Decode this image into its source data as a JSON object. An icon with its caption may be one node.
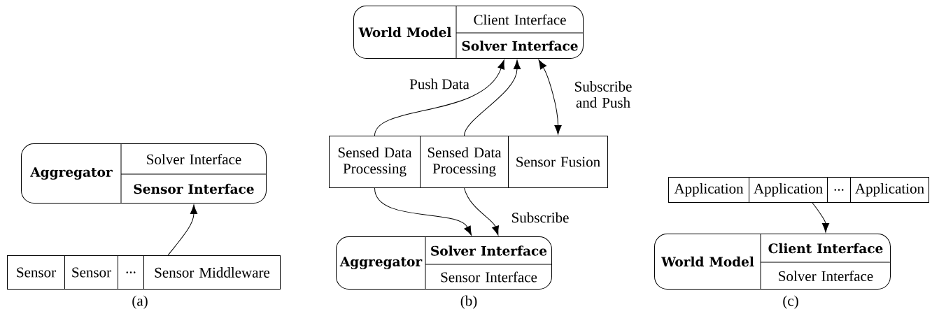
{
  "diagram": {
    "nodes": [
      {
        "text": [
          "Aggregator"
        ]
      },
      {
        "text": [
          "Solver Interface"
        ],
        "in": 0
      },
      {
        "text": [
          "Sensor Interface"
        ],
        "in": 0
      },
      {
        "text": [
          "Sensor"
        ]
      },
      {
        "text": [
          "Sensor"
        ]
      },
      {
        "text": [
          "..."
        ]
      },
      {
        "text": [
          "Sensor Middleware"
        ]
      },
      {
        "text": [
          "World Model"
        ]
      },
      {
        "text": [
          "Client Interface"
        ],
        "in": 7
      },
      {
        "text": [
          "Solver Interface"
        ],
        "in": 7
      },
      {
        "text": [
          "Sensed Data Processing"
        ]
      },
      {
        "text": [
          "Sensed Data Processing"
        ]
      },
      {
        "text": [
          "Sensor Fusion"
        ]
      },
      {
        "text": [
          "Aggregator"
        ]
      },
      {
        "text": [
          "Solver Interface"
        ],
        "in": 13
      },
      {
        "text": [
          "Sensor Interface"
        ],
        "in": 13
      },
      {
        "text": [
          "Application"
        ]
      },
      {
        "text": [
          "Application"
        ]
      },
      {
        "text": [
          "..."
        ]
      },
      {
        "text": [
          "Application"
        ]
      },
      {
        "text": [
          "World Model"
        ]
      },
      {
        "text": [
          "Client Interface"
        ],
        "in": 20
      },
      {
        "text": [
          "Solver Interface"
        ],
        "in": 20
      }
    ],
    "edges": [
      {
        "from": 6,
        "to": 2,
        "arrow": "to"
      },
      {
        "from": 10,
        "to": 9,
        "arrow": "to",
        "label": "Push Data"
      },
      {
        "from": 11,
        "to": 9,
        "arrow": "to"
      },
      {
        "from": 9,
        "to": 12,
        "arrow": "both",
        "label": "Subscribe and Push"
      },
      {
        "from": 10,
        "to": 14,
        "arrow": "to"
      },
      {
        "from": 11,
        "to": 14,
        "arrow": "to",
        "label": "Subscribe"
      },
      {
        "from": 17,
        "to": 21,
        "arrow": "to"
      }
    ],
    "labels": [
      "(a)",
      "(b)",
      "(c)"
    ]
  }
}
